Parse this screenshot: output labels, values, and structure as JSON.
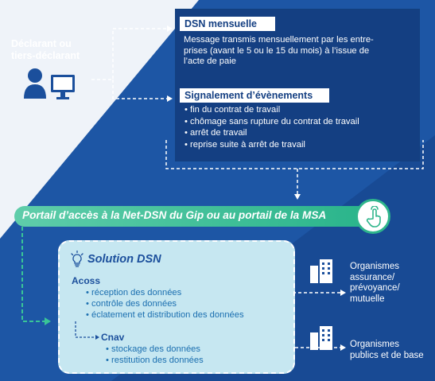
{
  "actor": {
    "label_line1": "Déclarant ou",
    "label_line2": "tiers-déclarant",
    "icon": "user-computer-icon"
  },
  "dsn_mensuelle": {
    "title": "DSN mensuelle",
    "desc_line1": "Message transmis mensuellement par les entre-",
    "desc_line2": "prises (avant le 5 ou le 15 du mois) à l’issue de",
    "desc_line3": "l’acte de paie"
  },
  "signalement": {
    "title": "Signalement d’évènements",
    "items": [
      "fin du contrat de travail",
      "chômage sans rupture du contrat de travail",
      "arrêt de travail",
      "reprise suite à arrêt de travail"
    ]
  },
  "portal": {
    "label": "Portail d’accès à la Net-DSN du Gip ou au portail de la MSA",
    "icon": "hand-touch-icon"
  },
  "solution": {
    "title": "Solution DSN",
    "icon": "lightbulb-icon",
    "acoss": {
      "label": "Acoss",
      "items": [
        "réception des données",
        "contrôle des données",
        "éclatement et distribution des données"
      ]
    },
    "cnav": {
      "label": "Cnav",
      "items": [
        "stockage des données",
        "restitution des données"
      ]
    }
  },
  "orgs": [
    {
      "line1": "Organismes",
      "line2": "assurance/",
      "line3": "prévoyance/",
      "line4": "mutuelle",
      "icon": "buildings-icon"
    },
    {
      "line1": "Organismes",
      "line2": "publics et de base",
      "icon": "buildings-icon"
    }
  ],
  "colors": {
    "bg": "#1b4f9c",
    "panel": "#143f82",
    "portal": "#2fb68c",
    "solution_bg": "#c6e7f1"
  }
}
